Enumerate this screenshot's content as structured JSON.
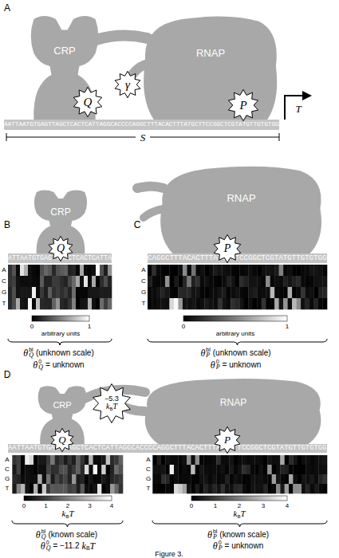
{
  "diagram": {
    "caption": "Figure 3.",
    "nodes": [
      {
        "text": [
          "CRP"
        ]
      },
      {
        "text": [
          "RNAP"
        ]
      },
      {
        "text": [
          "Q"
        ]
      },
      {
        "text": [
          "γ"
        ]
      },
      {
        "text": [
          "P"
        ]
      },
      {
        "text": [
          "CRP"
        ]
      },
      {
        "text": [
          "Q"
        ]
      },
      {
        "text": [
          "RNAP"
        ]
      },
      {
        "text": [
          "P"
        ]
      },
      {
        "text": [
          "CRP"
        ]
      },
      {
        "text": [
          "−5.3",
          "k",
          "B",
          "T"
        ]
      },
      {
        "text": [
          "RNAP"
        ]
      },
      {
        "text": [
          "Q"
        ]
      },
      {
        "text": [
          "P"
        ]
      }
    ],
    "labels": [
      "A",
      "AATTAATGTGAGTTAGCTCACTCATTAGGCACCCCAGGCTTTACACTTTATGCTTCCGGCTCGTATGTTGTGTGG",
      "T",
      "S",
      "B",
      "C",
      "ATTAATGTGAGTTAGCTCACTCATTA",
      "CAGGCTTTACACTTTATGCTTCCGGCTCGTATGTTGTGTGG",
      "A",
      "C",
      "G",
      "T",
      "A",
      "C",
      "G",
      "T",
      "0",
      "1",
      "arbitrary units",
      "0",
      "1",
      "arbitrary units",
      "θ",
      "bl",
      "Q",
      "(unknown scale)",
      "θ",
      "0",
      "Q",
      "= unknown",
      "θ",
      "bl",
      "P",
      "(unknown scale)",
      "θ",
      "0",
      "P",
      "= unknown",
      "D",
      "AATTAATGTGAGTTAGCTCACTCATTAGGCACCCCAGGCTTTACACTTTATGCTTCCGGCTCGTATGTTGTGTGG",
      "A",
      "C",
      "G",
      "T",
      "A",
      "C",
      "G",
      "T",
      "0",
      "1",
      "2",
      "3",
      "4",
      "k",
      "B",
      "T",
      "0",
      "1",
      "2",
      "3",
      "4",
      "k",
      "B",
      "T",
      "θ",
      "bl",
      "Q",
      "(known scale)",
      "θ",
      "0",
      "Q",
      "= −11.2",
      "k",
      "B",
      "T",
      "θ",
      "bl",
      "P",
      "(known scale)",
      "θ",
      "0",
      "P",
      "= unknown"
    ]
  }
}
